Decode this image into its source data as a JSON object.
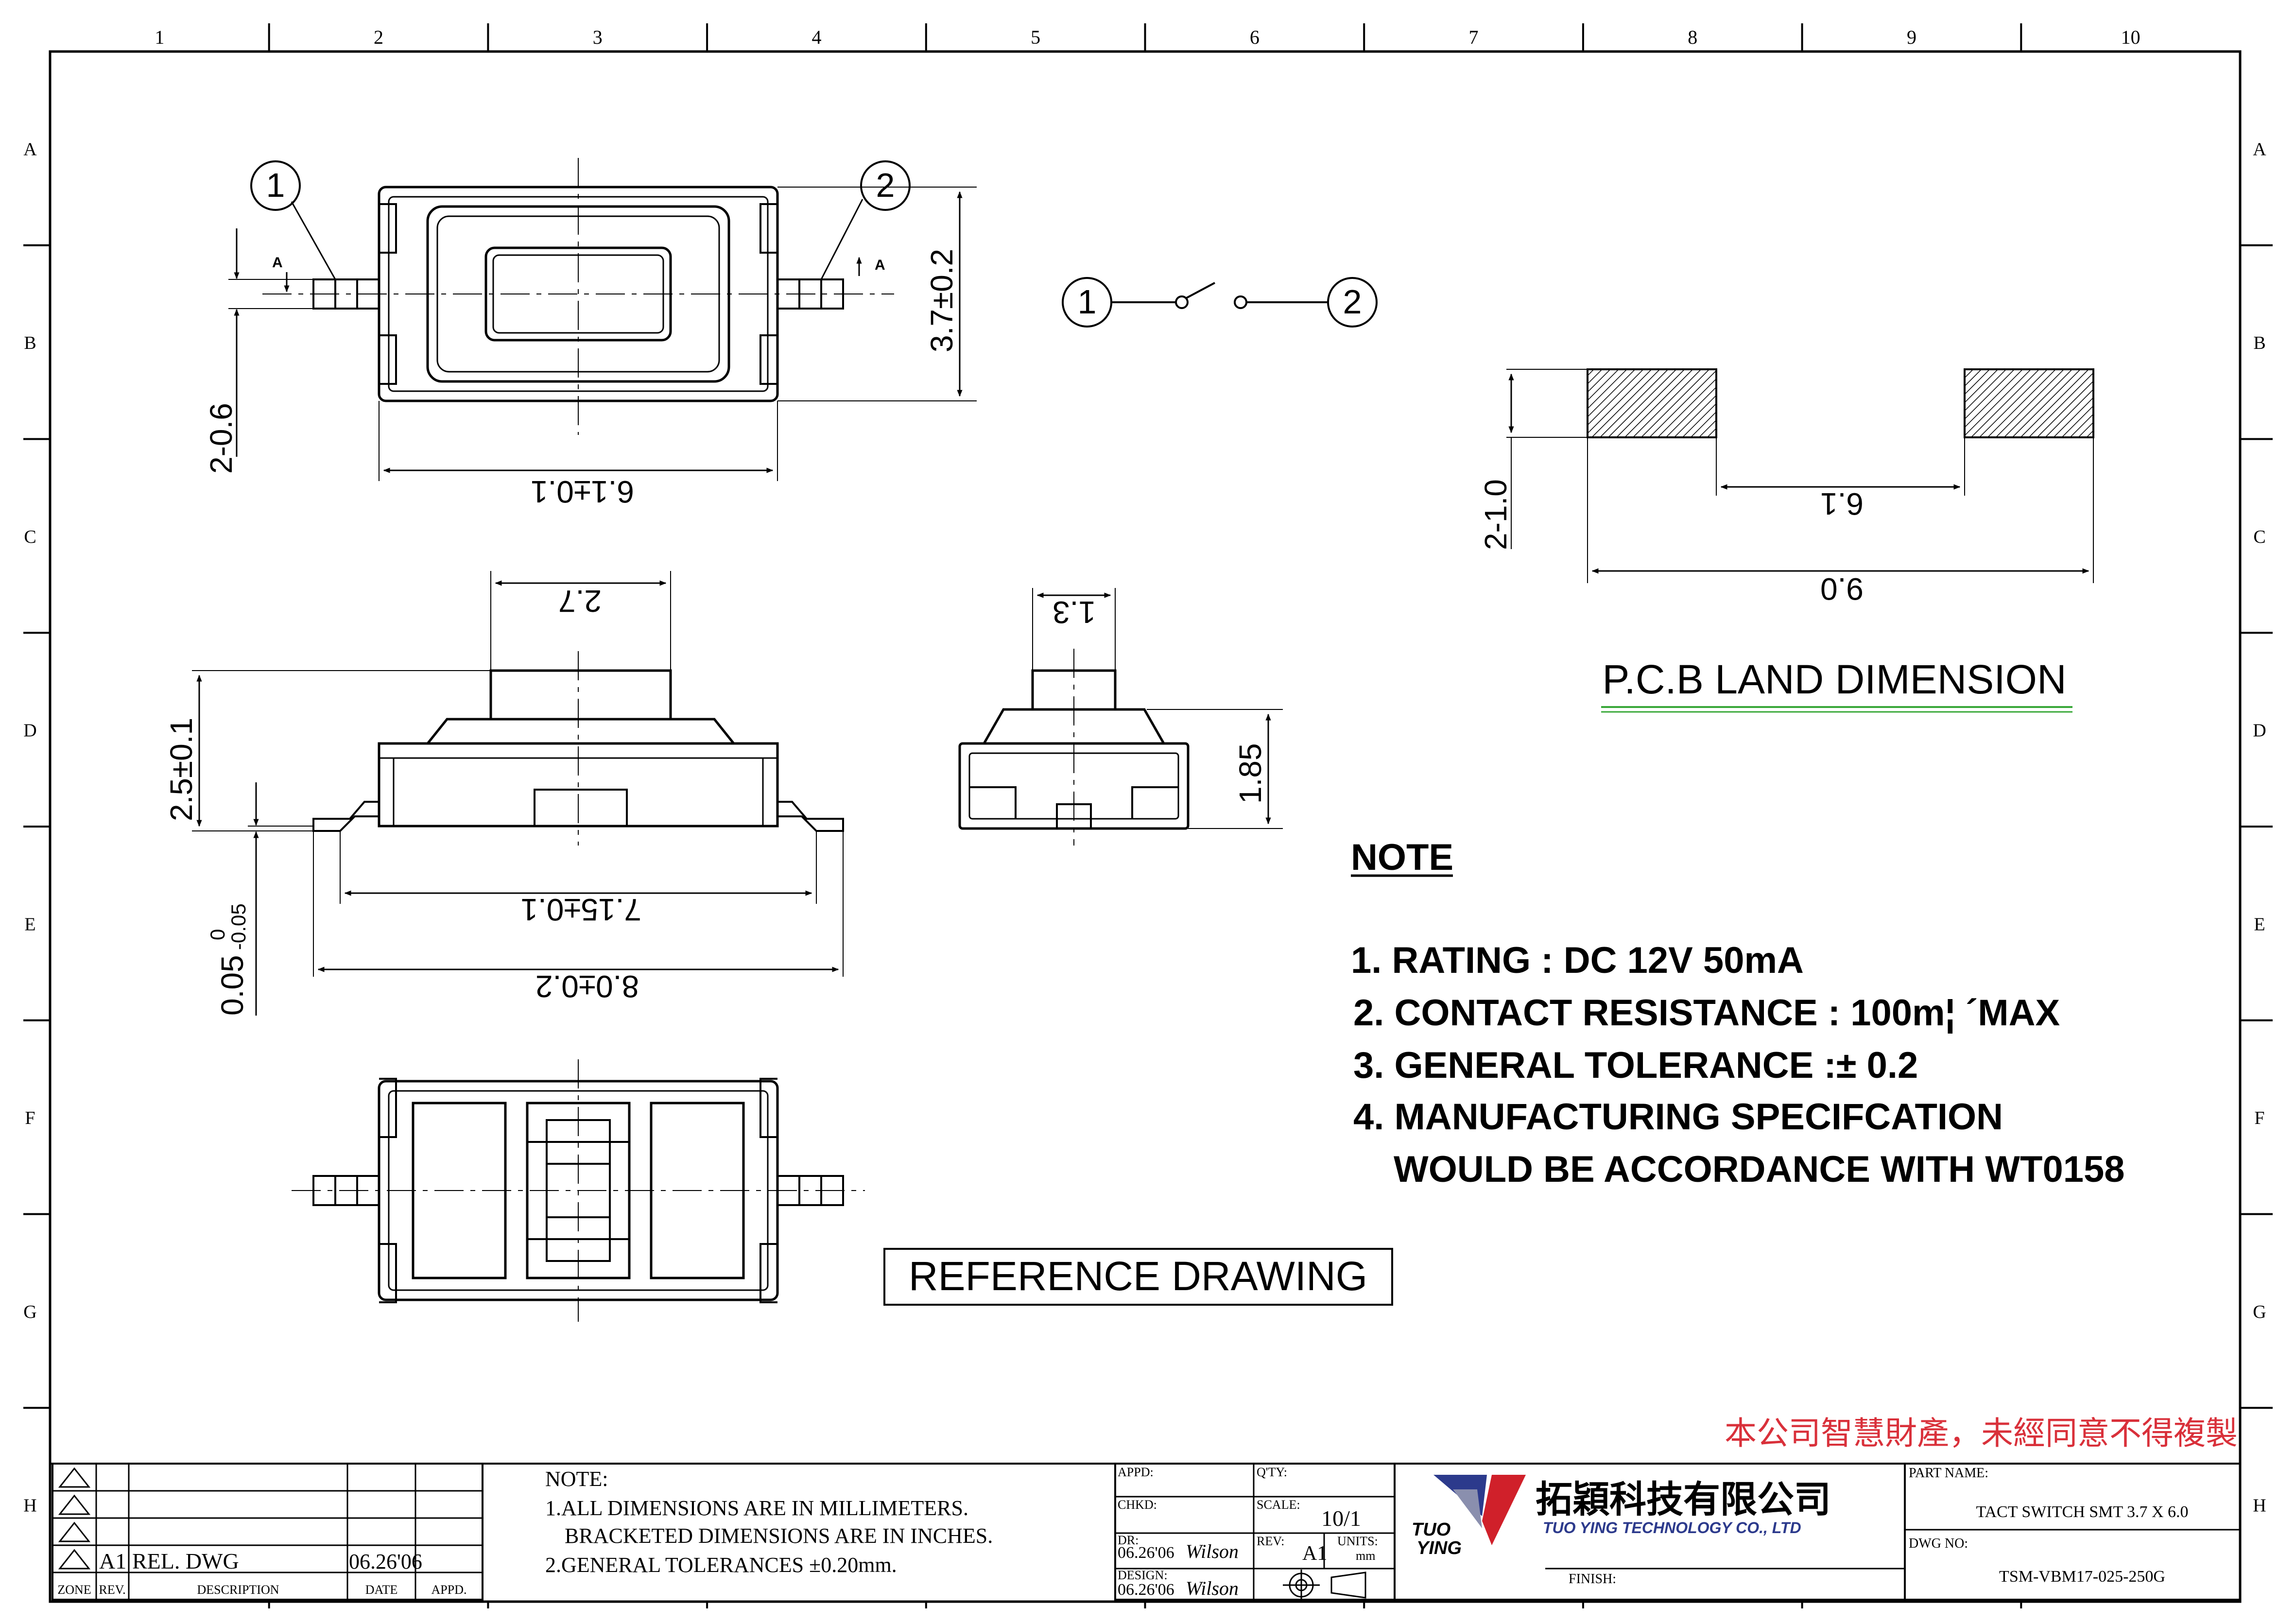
{
  "border": {
    "columns": [
      "1",
      "2",
      "3",
      "4",
      "5",
      "6",
      "7",
      "8",
      "9",
      "10"
    ],
    "rows": [
      "A",
      "B",
      "C",
      "D",
      "E",
      "F",
      "G",
      "H"
    ]
  },
  "top_view": {
    "pin1": "1",
    "pin2": "2",
    "section_mark": "A",
    "dim_width": "6.1±0.1",
    "dim_height": "3.7±0.2",
    "dim_pin": "2-0.6"
  },
  "schematic": {
    "pin1": "1",
    "pin2": "2"
  },
  "front_view": {
    "dim_actuator": "2.7",
    "dim_height": "2.5±0.1",
    "dim_offset": "0.05",
    "dim_offset_tol_upper": "0",
    "dim_offset_tol_lower": "-0.05",
    "dim_body": "7.15±0.1",
    "dim_overall": "8.0±0.2"
  },
  "side_view": {
    "dim_actuator": "1.3",
    "dim_height": "1.85"
  },
  "pcb_land": {
    "title": "P.C.B LAND DIMENSION",
    "dim_pad": "2-1.0",
    "dim_gap": "6.1",
    "dim_total": "9.0"
  },
  "note": {
    "heading": "NOTE",
    "lines": [
      "1. RATING : DC 12V  50mA",
      "2. CONTACT RESISTANCE : 100m¦ ´MAX",
      "3. GENERAL TOLERANCE :± 0.2",
      "4. MANUFACTURING SPECIFCATION",
      "WOULD BE ACCORDANCE WITH WT0158"
    ]
  },
  "reference_label": "REFERENCE DRAWING",
  "copyright": "本公司智慧財產，未經同意不得複製",
  "title_block": {
    "revision_table": {
      "headers": [
        "ZONE",
        "REV.",
        "DESCRIPTION",
        "DATE",
        "APPD."
      ],
      "rows": [
        {
          "rev": "A1",
          "description": "REL. DWG",
          "date": "06.26'06"
        }
      ]
    },
    "general_note": [
      "NOTE:",
      "1.ALL DIMENSIONS ARE IN MILLIMETERS.",
      "BRACKETED DIMENSIONS ARE IN INCHES.",
      "2.GENERAL TOLERANCES ±0.20mm."
    ],
    "appd_label": "APPD:",
    "qty_label": "Q'TY:",
    "chkd_label": "CHKD:",
    "scale_label": "SCALE:",
    "scale_value": "10/1",
    "dr_label": "DR:",
    "dr_date": "06.26'06",
    "dr_name": "Wilson",
    "rev_label": "REV:",
    "rev_value": "A1",
    "units_label": "UNITS:",
    "units_value": "mm",
    "design_label": "DESIGN:",
    "design_date": "06.26'06",
    "design_name": "Wilson",
    "company_cn": "拓穎科技有限公司",
    "company_en": "TUO YING TECHNOLOGY CO., LTD",
    "logo_text_1": "TUO",
    "logo_text_2": "YING",
    "finish_label": "FINISH:",
    "part_name_label": "PART NAME:",
    "part_name": "TACT  SWITCH  SMT  3.7 X 6.0",
    "dwg_no_label": "DWG NO:",
    "dwg_no": "TSM-VBM17-025-250G"
  },
  "colors": {
    "line": "#000000",
    "copyright_red": "#d9303a",
    "underline_green": "#3aa83a",
    "logo_blue": "#2c3a8c",
    "logo_red": "#d0202a"
  }
}
